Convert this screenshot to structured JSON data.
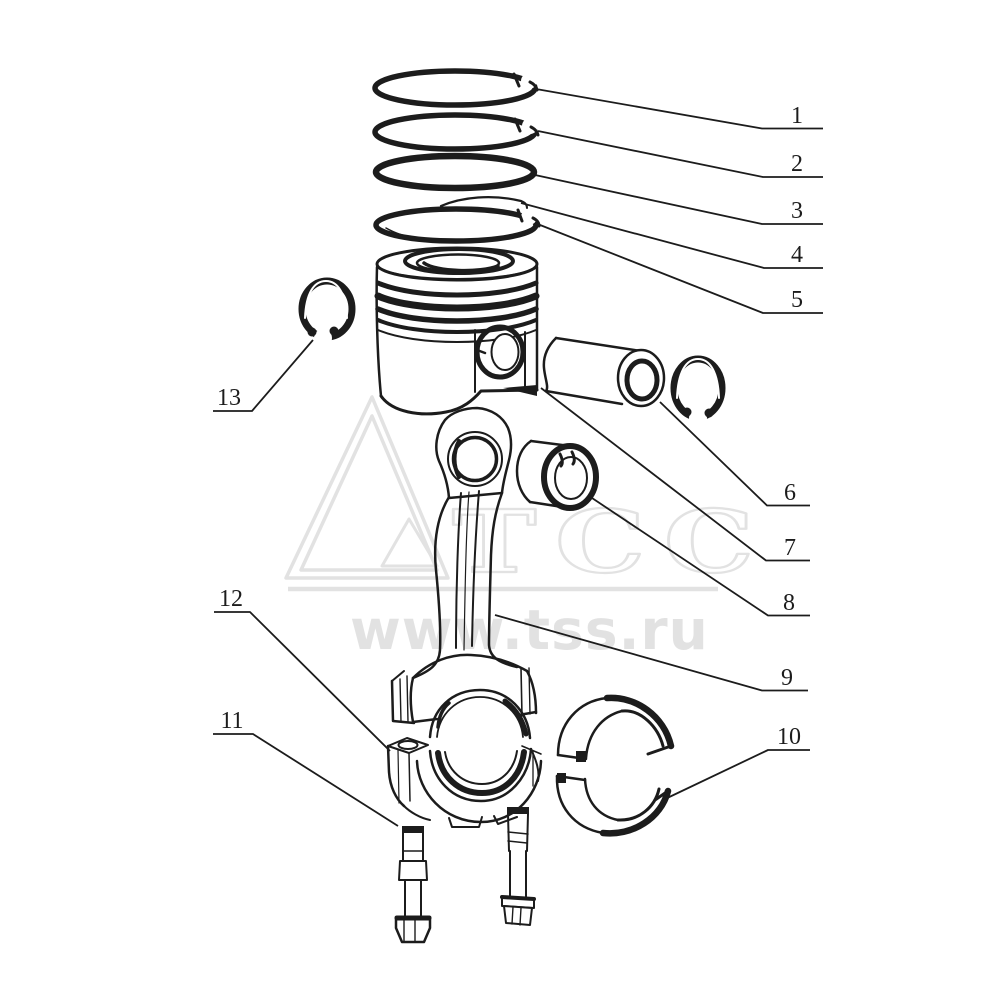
{
  "figure": {
    "kind": "exploded-parts-drawing"
  },
  "colors": {
    "ink": "#1c1c1c",
    "watermark": "#e2e2e2",
    "background": "#ffffff"
  },
  "watermark": {
    "logo_text": "ТСС",
    "site_text": "www.tss.ru"
  },
  "callouts": [
    {
      "n": "1"
    },
    {
      "n": "2"
    },
    {
      "n": "3"
    },
    {
      "n": "4"
    },
    {
      "n": "5"
    },
    {
      "n": "6"
    },
    {
      "n": "7"
    },
    {
      "n": "8"
    },
    {
      "n": "9"
    },
    {
      "n": "10"
    },
    {
      "n": "11"
    },
    {
      "n": "12"
    },
    {
      "n": "13"
    }
  ]
}
